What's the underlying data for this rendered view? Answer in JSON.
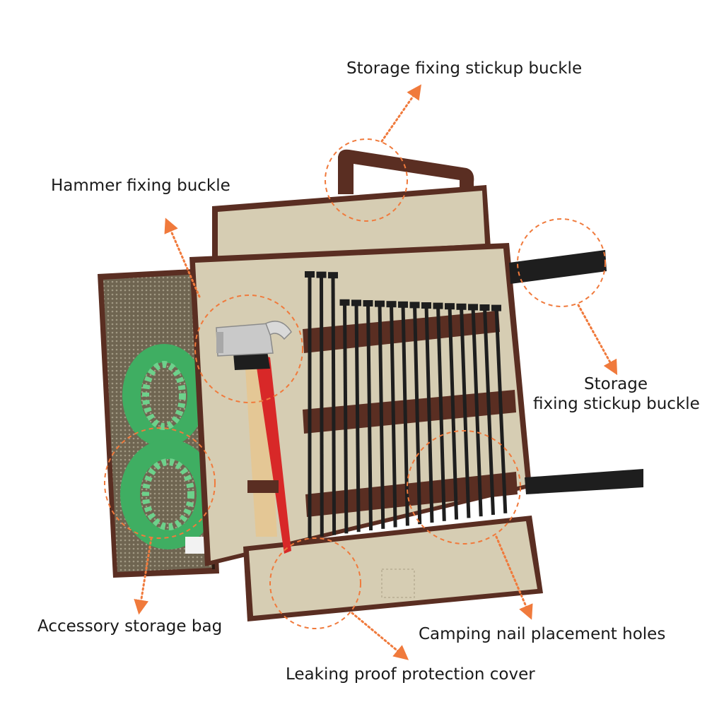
{
  "labels": {
    "top_buckle": "Storage fixing stickup buckle",
    "hammer_buckle": "Hammer fixing buckle",
    "side_buckle_line1": "Storage",
    "side_buckle_line2": "fixing stickup buckle",
    "accessory_bag": "Accessory storage bag",
    "nail_holes": "Camping nail placement holes",
    "protection_cover": "Leaking proof protection cover"
  },
  "colors": {
    "background": "#ffffff",
    "canvas_beige": "#d6cdb3",
    "trim_brown": "#5a2e22",
    "mesh_olive": "#6f6551",
    "callout_orange": "#f07a3c",
    "rope_green": "#3fae62",
    "strap_black": "#1e1e1e",
    "hammer_red": "#d82828",
    "handle_wood": "#e4c795",
    "steel": "#c9c9c9"
  },
  "icons": [
    "hammer-icon",
    "tent-peg-icon",
    "rope-coil-icon",
    "velcro-strap-icon",
    "zipper-icon"
  ]
}
